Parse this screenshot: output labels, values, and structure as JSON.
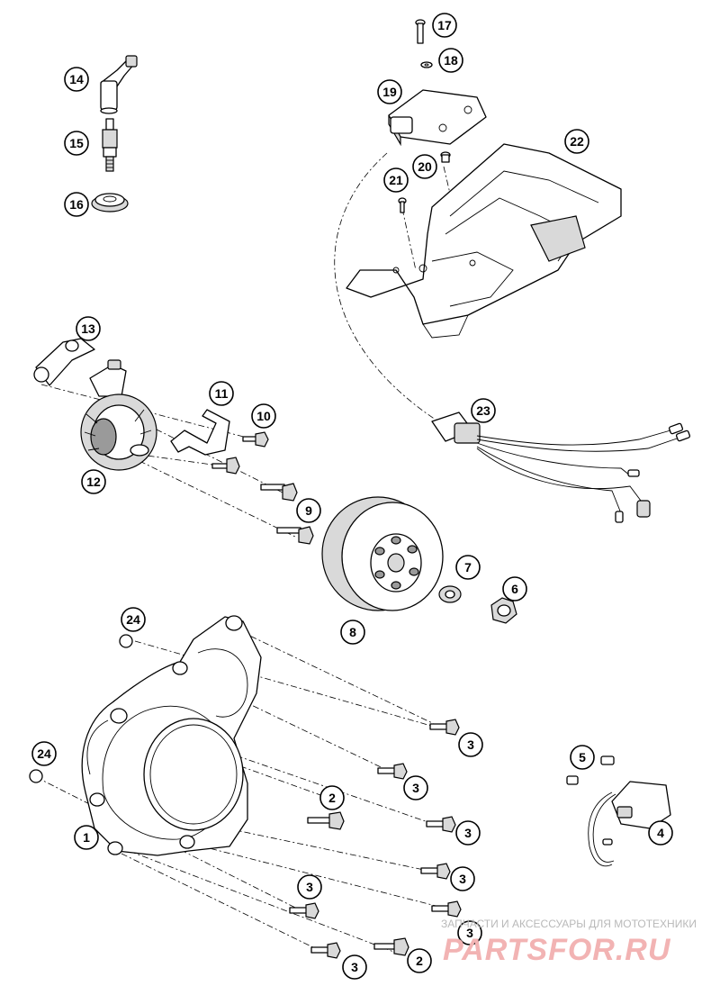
{
  "callouts": [
    {
      "label": "1"
    },
    {
      "label": "2"
    },
    {
      "label": "2"
    },
    {
      "label": "3"
    },
    {
      "label": "3"
    },
    {
      "label": "3"
    },
    {
      "label": "3"
    },
    {
      "label": "3"
    },
    {
      "label": "3"
    },
    {
      "label": "3"
    },
    {
      "label": "4"
    },
    {
      "label": "5"
    },
    {
      "label": "6"
    },
    {
      "label": "7"
    },
    {
      "label": "8"
    },
    {
      "label": "9"
    },
    {
      "label": "10"
    },
    {
      "label": "11"
    },
    {
      "label": "12"
    },
    {
      "label": "13"
    },
    {
      "label": "14"
    },
    {
      "label": "15"
    },
    {
      "label": "16"
    },
    {
      "label": "17"
    },
    {
      "label": "18"
    },
    {
      "label": "19"
    },
    {
      "label": "20"
    },
    {
      "label": "21"
    },
    {
      "label": "22"
    },
    {
      "label": "23"
    },
    {
      "label": "24"
    },
    {
      "label": "24"
    }
  ],
  "watermark": {
    "caption": "ЗАПЧАСТИ И АКСЕССУАРЫ ДЛЯ МОТОТЕХНИКИ",
    "brand": "PARTSFOR.RU",
    "color": "#e88a8a"
  }
}
